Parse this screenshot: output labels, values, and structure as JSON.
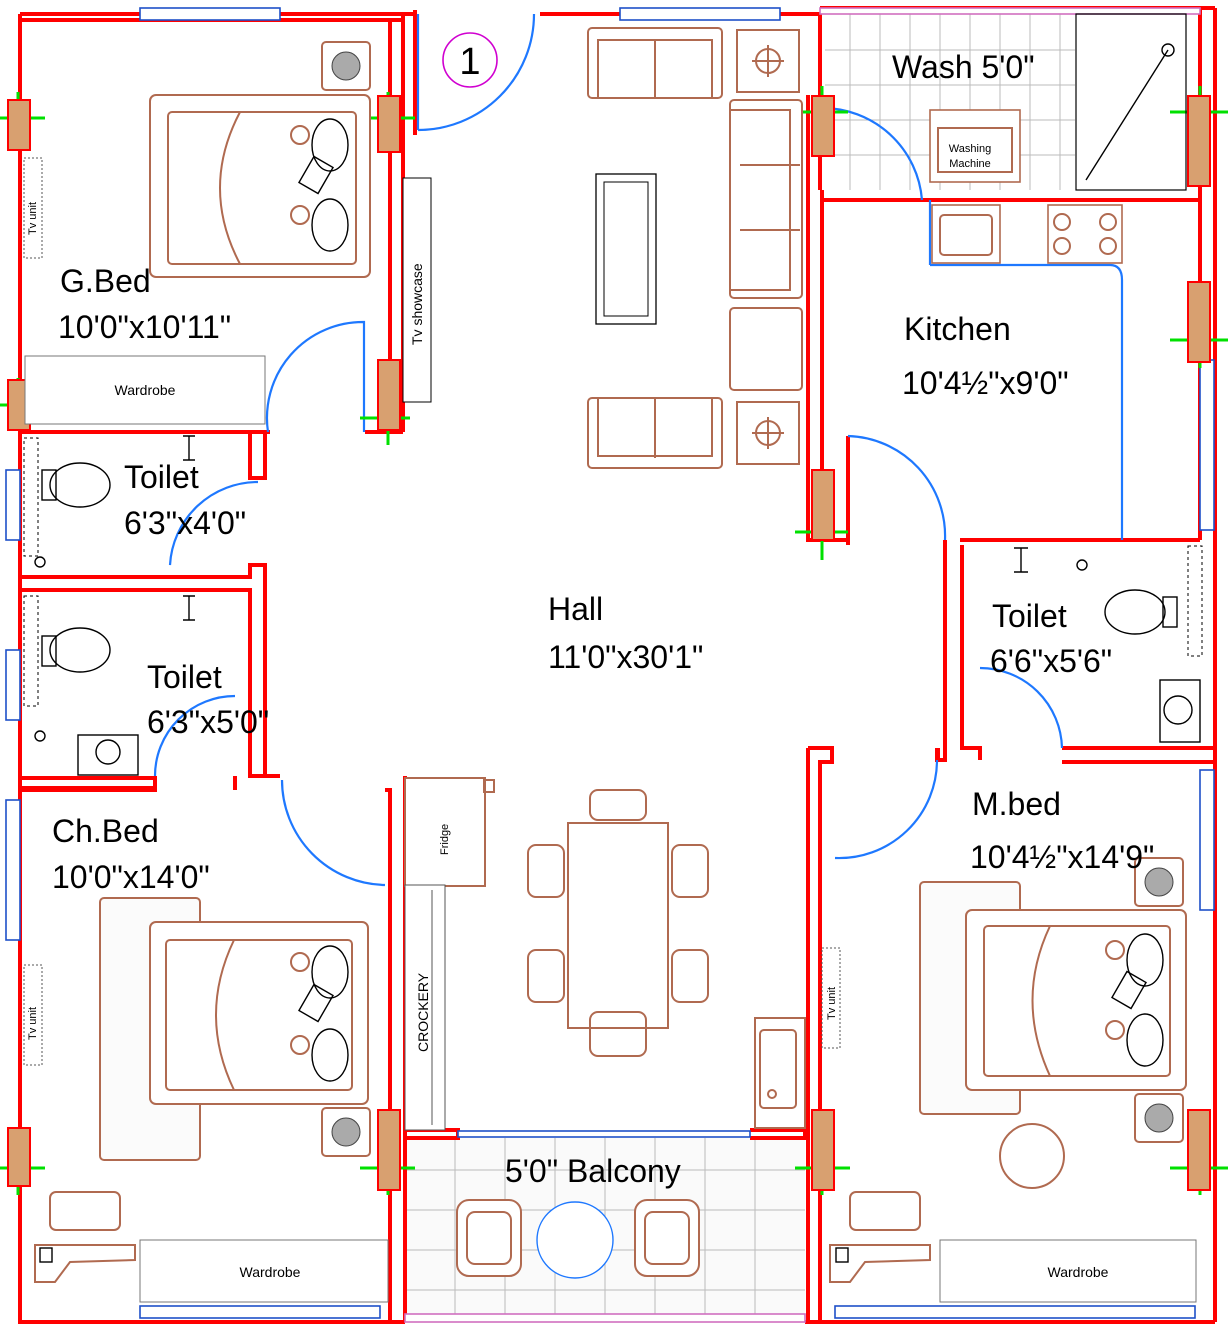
{
  "door_marker": "1",
  "rooms": {
    "gbed": {
      "name": "G.Bed",
      "size": "10'0\"x10'11\""
    },
    "hall": {
      "name": "Hall",
      "size": "11'0\"x30'1\""
    },
    "kitchen": {
      "name": "Kitchen",
      "size": "10'4½\"x9'0\""
    },
    "wash": {
      "label": "Wash 5'0\""
    },
    "toilet1": {
      "name": "Toilet",
      "size": "6'3\"x4'0\""
    },
    "toilet2": {
      "name": "Toilet",
      "size": "6'3\"x5'0\""
    },
    "toilet3": {
      "name": "Toilet",
      "size": "6'6\"x5'6\""
    },
    "chbed": {
      "name": "Ch.Bed",
      "size": "10'0\"x14'0\""
    },
    "mbed": {
      "name": "M.bed",
      "size": "10'4½\"x14'9\""
    },
    "balcony": {
      "label": "5'0\" Balcony"
    }
  },
  "labels": {
    "wardrobe": "Wardrobe",
    "tv_unit": "Tv unit",
    "tv_showcase": "Tv  showcase",
    "washing_machine_1": "Washing",
    "washing_machine_2": "Machine",
    "fridge": "Fridge",
    "crockery": "CROCKERY"
  },
  "colors": {
    "wall": "#ff0000",
    "door": "#1e78ff",
    "furniture": "#b06a50",
    "column_mark": "#00e000"
  }
}
